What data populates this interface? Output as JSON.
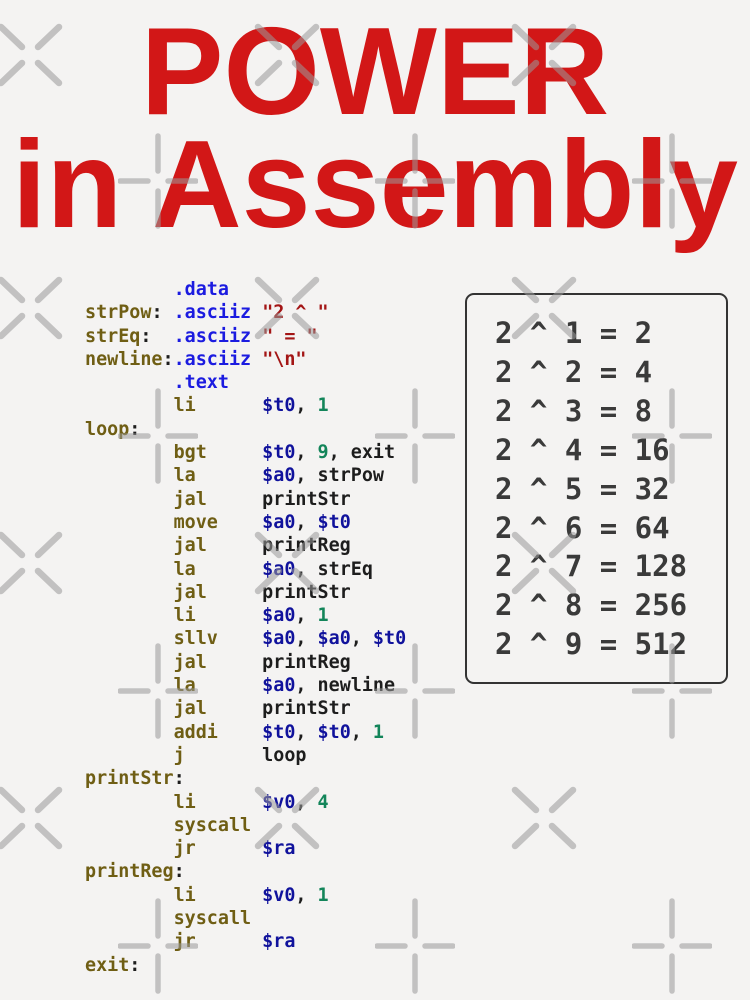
{
  "title": {
    "line1": "POWER",
    "line2": "in Assembly"
  },
  "colors": {
    "background": "#f4f3f2",
    "title_red": "#d21717",
    "keyword_blue": "#1b1be0",
    "register_navy": "#10129c",
    "label_olive": "#6f5e14",
    "string_red": "#a31515",
    "number_green": "#13855a",
    "plain_black": "#1d1d1d",
    "output_text": "#3a3a3a",
    "box_border": "#333333",
    "watermark_gray": "#9a9a9a"
  },
  "code": {
    "lines": [
      [
        [
          "        ",
          ""
        ],
        [
          ".data",
          "kw"
        ]
      ],
      [
        [
          "strPow",
          "lbl"
        ],
        [
          ":",
          ""
        ],
        [
          " ",
          ""
        ],
        [
          ".asciiz",
          "kw"
        ],
        [
          " ",
          ""
        ],
        [
          "\"2 ^ \"",
          "str"
        ]
      ],
      [
        [
          "strEq",
          "lbl"
        ],
        [
          ":",
          ""
        ],
        [
          "  ",
          ""
        ],
        [
          ".asciiz",
          "kw"
        ],
        [
          " ",
          ""
        ],
        [
          "\" = \"",
          "str"
        ]
      ],
      [
        [
          "newline",
          "lbl"
        ],
        [
          ":",
          ""
        ],
        [
          ".asciiz",
          "kw"
        ],
        [
          " ",
          ""
        ],
        [
          "\"\\n\"",
          "str"
        ]
      ],
      [
        [
          "        ",
          ""
        ],
        [
          ".text",
          "kw"
        ]
      ],
      [
        [
          "        ",
          ""
        ],
        [
          "li",
          "ins"
        ],
        [
          "      ",
          ""
        ],
        [
          "$t0",
          "reg"
        ],
        [
          ", ",
          ""
        ],
        [
          "1",
          "num"
        ]
      ],
      [
        [
          "loop",
          "lbl"
        ],
        [
          ":",
          ""
        ]
      ],
      [
        [
          "        ",
          ""
        ],
        [
          "bgt",
          "ins"
        ],
        [
          "     ",
          ""
        ],
        [
          "$t0",
          "reg"
        ],
        [
          ", ",
          ""
        ],
        [
          "9",
          "num"
        ],
        [
          ", ",
          ""
        ],
        [
          "exit",
          ""
        ]
      ],
      [
        [
          "        ",
          ""
        ],
        [
          "la",
          "ins"
        ],
        [
          "      ",
          ""
        ],
        [
          "$a0",
          "reg"
        ],
        [
          ", ",
          ""
        ],
        [
          "strPow",
          ""
        ]
      ],
      [
        [
          "        ",
          ""
        ],
        [
          "jal",
          "ins"
        ],
        [
          "     ",
          ""
        ],
        [
          "printStr",
          ""
        ]
      ],
      [
        [
          "        ",
          ""
        ],
        [
          "move",
          "ins"
        ],
        [
          "    ",
          ""
        ],
        [
          "$a0",
          "reg"
        ],
        [
          ", ",
          ""
        ],
        [
          "$t0",
          "reg"
        ]
      ],
      [
        [
          "        ",
          ""
        ],
        [
          "jal",
          "ins"
        ],
        [
          "     ",
          ""
        ],
        [
          "printReg",
          ""
        ]
      ],
      [
        [
          "        ",
          ""
        ],
        [
          "la",
          "ins"
        ],
        [
          "      ",
          ""
        ],
        [
          "$a0",
          "reg"
        ],
        [
          ", ",
          ""
        ],
        [
          "strEq",
          ""
        ]
      ],
      [
        [
          "        ",
          ""
        ],
        [
          "jal",
          "ins"
        ],
        [
          "     ",
          ""
        ],
        [
          "printStr",
          ""
        ]
      ],
      [
        [
          "        ",
          ""
        ],
        [
          "li",
          "ins"
        ],
        [
          "      ",
          ""
        ],
        [
          "$a0",
          "reg"
        ],
        [
          ", ",
          ""
        ],
        [
          "1",
          "num"
        ]
      ],
      [
        [
          "        ",
          ""
        ],
        [
          "sllv",
          "ins"
        ],
        [
          "    ",
          ""
        ],
        [
          "$a0",
          "reg"
        ],
        [
          ", ",
          ""
        ],
        [
          "$a0",
          "reg"
        ],
        [
          ", ",
          ""
        ],
        [
          "$t0",
          "reg"
        ]
      ],
      [
        [
          "        ",
          ""
        ],
        [
          "jal",
          "ins"
        ],
        [
          "     ",
          ""
        ],
        [
          "printReg",
          ""
        ]
      ],
      [
        [
          "        ",
          ""
        ],
        [
          "la",
          "ins"
        ],
        [
          "      ",
          ""
        ],
        [
          "$a0",
          "reg"
        ],
        [
          ", ",
          ""
        ],
        [
          "newline",
          ""
        ]
      ],
      [
        [
          "        ",
          ""
        ],
        [
          "jal",
          "ins"
        ],
        [
          "     ",
          ""
        ],
        [
          "printStr",
          ""
        ]
      ],
      [
        [
          "        ",
          ""
        ],
        [
          "addi",
          "ins"
        ],
        [
          "    ",
          ""
        ],
        [
          "$t0",
          "reg"
        ],
        [
          ", ",
          ""
        ],
        [
          "$t0",
          "reg"
        ],
        [
          ", ",
          ""
        ],
        [
          "1",
          "num"
        ]
      ],
      [
        [
          "        ",
          ""
        ],
        [
          "j",
          "ins"
        ],
        [
          "       ",
          ""
        ],
        [
          "loop",
          ""
        ]
      ],
      [
        [
          "printStr",
          "lbl"
        ],
        [
          ":",
          ""
        ]
      ],
      [
        [
          "        ",
          ""
        ],
        [
          "li",
          "ins"
        ],
        [
          "      ",
          ""
        ],
        [
          "$v0",
          "reg"
        ],
        [
          ", ",
          ""
        ],
        [
          "4",
          "num"
        ]
      ],
      [
        [
          "        ",
          ""
        ],
        [
          "syscall",
          "ins"
        ]
      ],
      [
        [
          "        ",
          ""
        ],
        [
          "jr",
          "ins"
        ],
        [
          "      ",
          ""
        ],
        [
          "$ra",
          "reg"
        ]
      ],
      [
        [
          "printReg",
          "lbl"
        ],
        [
          ":",
          ""
        ]
      ],
      [
        [
          "        ",
          ""
        ],
        [
          "li",
          "ins"
        ],
        [
          "      ",
          ""
        ],
        [
          "$v0",
          "reg"
        ],
        [
          ", ",
          ""
        ],
        [
          "1",
          "num"
        ]
      ],
      [
        [
          "        ",
          ""
        ],
        [
          "syscall",
          "ins"
        ]
      ],
      [
        [
          "        ",
          ""
        ],
        [
          "jr",
          "ins"
        ],
        [
          "      ",
          ""
        ],
        [
          "$ra",
          "reg"
        ]
      ],
      [
        [
          "exit",
          "lbl"
        ],
        [
          ":",
          ""
        ]
      ]
    ]
  },
  "output": {
    "lines": [
      "2 ^ 1 = 2",
      "2 ^ 2 = 4",
      "2 ^ 3 = 8",
      "2 ^ 4 = 16",
      "2 ^ 5 = 32",
      "2 ^ 6 = 64",
      "2 ^ 7 = 128",
      "2 ^ 8 = 256",
      "2 ^ 9 = 512"
    ]
  }
}
